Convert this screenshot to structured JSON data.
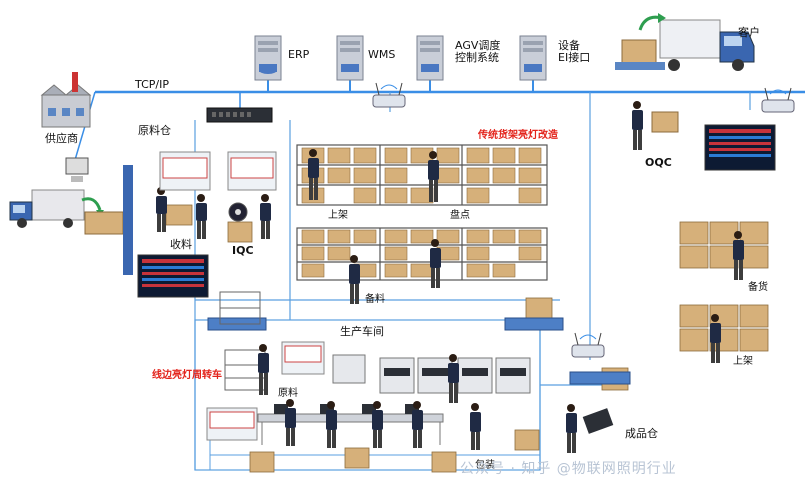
{
  "network": {
    "bus_label": "TCP/IP"
  },
  "systems": [
    {
      "id": "erp",
      "label": "ERP"
    },
    {
      "id": "wms",
      "label": "WMS"
    },
    {
      "id": "agv",
      "label": "AGV调度\n控制系统"
    },
    {
      "id": "ei",
      "label": "设备\nEI接口"
    }
  ],
  "parties": {
    "supplier": "供应商",
    "customer": "客户"
  },
  "zones": {
    "raw_warehouse": "原料仓",
    "production": "生产车间",
    "finished_warehouse": "成品仓"
  },
  "annotations": {
    "shelf_retrofit": "传统货架亮灯改造",
    "line_side_cart": "线边亮灯周转车"
  },
  "activities": {
    "receiving": "收料",
    "iqc": "IQC",
    "shelving_raw": "上架",
    "inventory": "盘点",
    "picking": "备料",
    "oqc": "OQC",
    "ready_goods": "备货",
    "shelving_finished": "上架",
    "raw_material_line": "原料",
    "repack": "包装"
  },
  "watermark": "公众号 · 知乎 @物联网照明行业",
  "colors": {
    "bus": "#3a8ee6",
    "link": "#5a9fe0",
    "red": "#e3241c"
  }
}
